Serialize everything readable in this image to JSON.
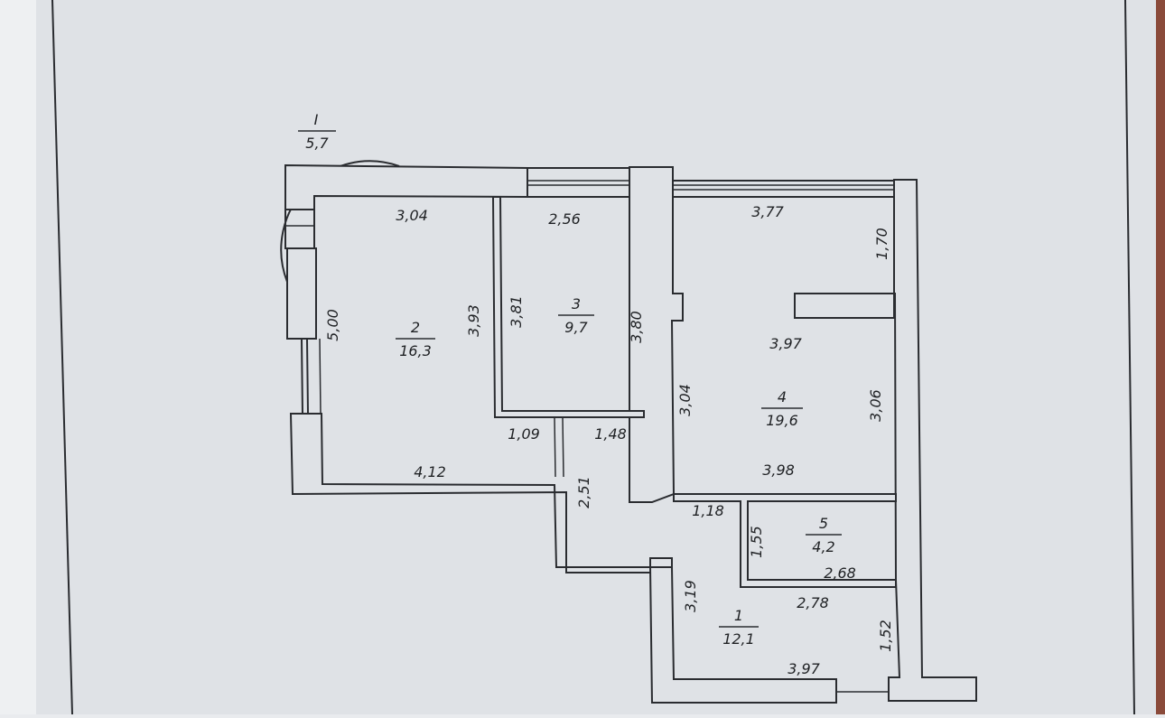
{
  "colors": {
    "paper": "#dfe2e6",
    "paper_edge": "#c9ccd1",
    "background_left": "#eef0f2",
    "wall_fill": "#dfe2e6",
    "line": "#2a2c30",
    "right_strip": "#8a4a3a"
  },
  "rooms": [
    {
      "number": "I",
      "area": "5,7"
    },
    {
      "number": "2",
      "area": "16,3"
    },
    {
      "number": "3",
      "area": "9,7"
    },
    {
      "number": "4",
      "area": "19,6"
    },
    {
      "number": "5",
      "area": "4,2"
    },
    {
      "number": "1",
      "area": "12,1"
    }
  ],
  "dimensions": [
    "3,04",
    "2,56",
    "3,77",
    "1,70",
    "5,00",
    "3,93",
    "3,81",
    "3,80",
    "3,97",
    "3,04",
    "3,06",
    "1,09",
    "1,48",
    "4,12",
    "2,51",
    "3,98",
    "1,18",
    "1,55",
    "2,68",
    "2,78",
    "3,19",
    "1,52",
    "3,97"
  ]
}
